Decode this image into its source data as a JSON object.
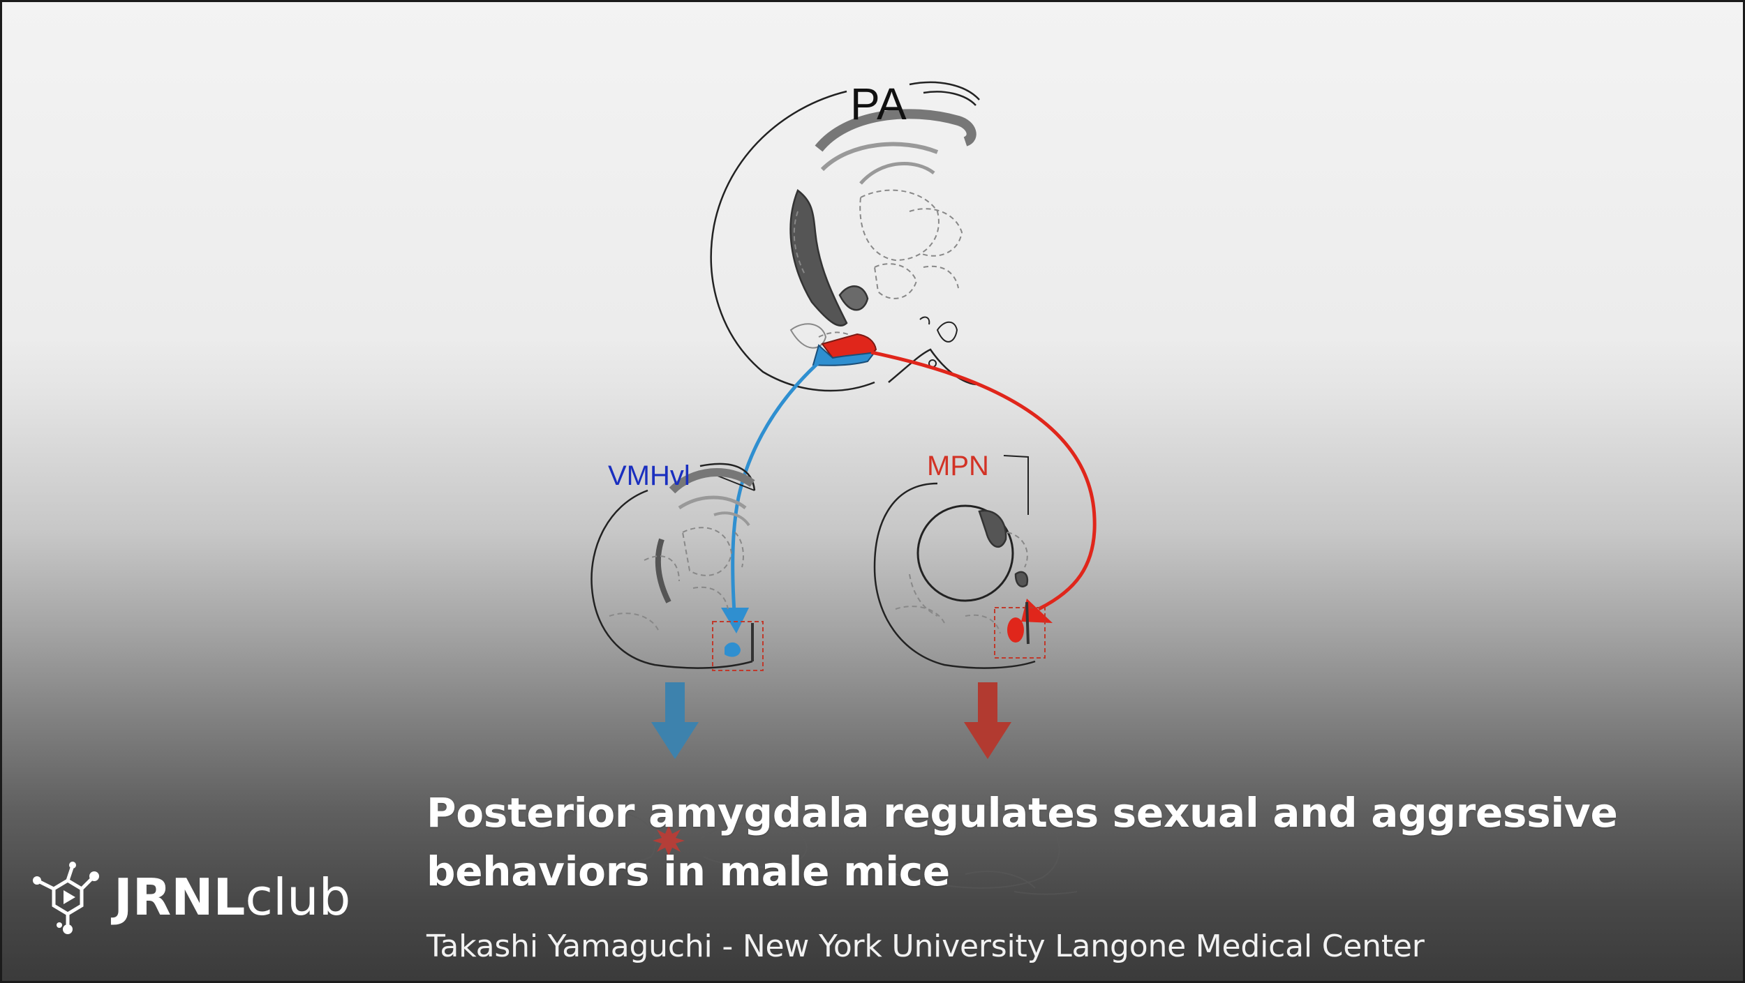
{
  "figure": {
    "labels": {
      "pa": "PA",
      "vmhvl": "VMHvl",
      "mpn": "MPN"
    },
    "colors": {
      "blue_pathway": "#2f8fd0",
      "red_pathway": "#e0261b",
      "blue_label": "#1a2fbf",
      "red_label": "#d23225",
      "blue_arrow": "#3d82ad",
      "red_arrow": "#b23a30"
    }
  },
  "video": {
    "title": "Posterior amygdala regulates sexual and aggressive behaviors in male mice",
    "byline": "Takashi Yamaguchi - New York University Langone Medical Center"
  },
  "brand": {
    "name_bold": "JRNL",
    "name_light": "club",
    "icon": "network-play-icon"
  }
}
